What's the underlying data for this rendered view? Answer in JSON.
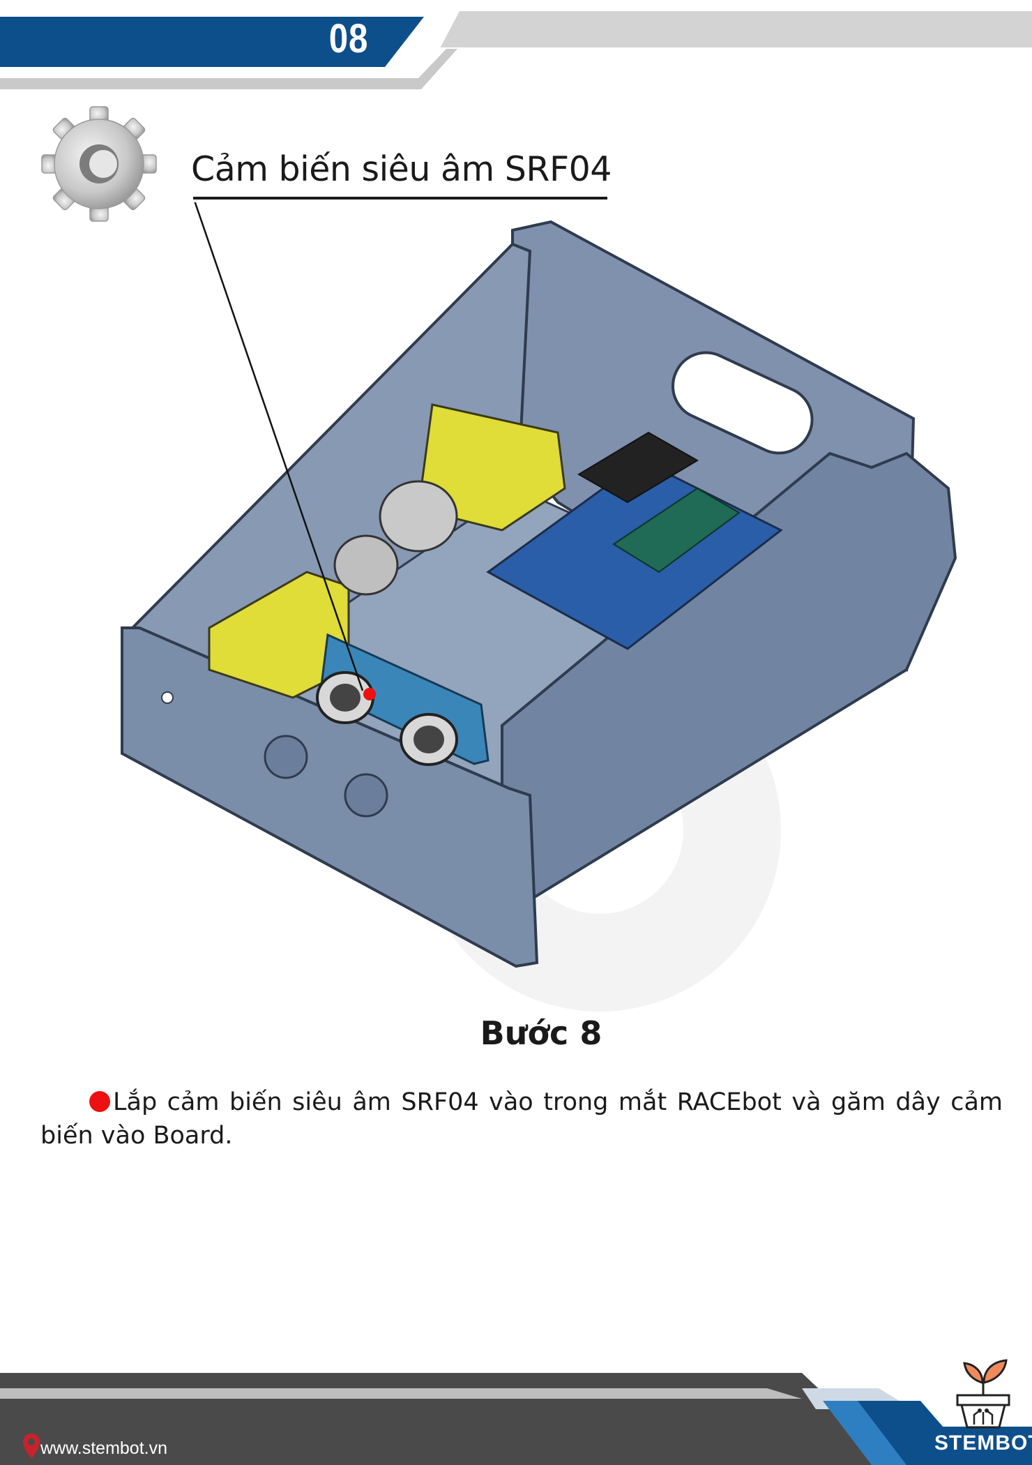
{
  "header": {
    "page_number": "08"
  },
  "callout": {
    "label": "Cảm biến siêu âm SRF04"
  },
  "step": {
    "title": "Bước 8"
  },
  "instruction": {
    "text": "Lắp cảm biến siêu âm SRF04 vào trong mắt RACEbot và găm dây cảm biến vào Board."
  },
  "footer": {
    "website": "www.stembot.vn",
    "brand": "STEMBOT"
  },
  "icons": [
    "gear-icon",
    "location-pin-icon",
    "plant-pot-icon",
    "bullet-dot-icon"
  ],
  "colors": {
    "header_blue": "#0d4f8b",
    "header_gray": "#d4d4d4",
    "footer_dark": "#4a4a4a",
    "accent_red": "#ee1111"
  }
}
